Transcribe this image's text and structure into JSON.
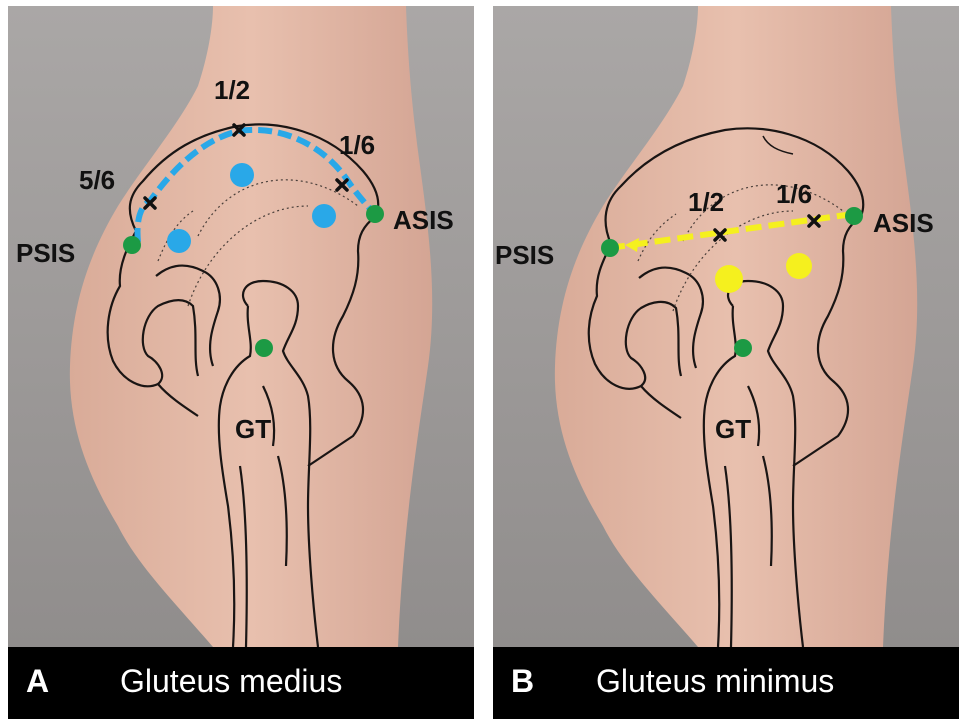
{
  "colors": {
    "background_gray": "#9b9897",
    "skin": "#e2b8a6",
    "outline": "#1a1514",
    "medius_blue": "#29a8e8",
    "minimus_yellow": "#f5f01e",
    "landmark_green": "#1c9a44",
    "caption_bg": "#000000",
    "caption_text": "#ffffff"
  },
  "panels": [
    {
      "letter": "A",
      "title": "Gluteus medius",
      "landmarks": {
        "psis": "PSIS",
        "asis": "ASIS",
        "gt": "GT"
      },
      "fractions": {
        "half": "1/2",
        "sixth": "1/6",
        "five_sixths": "5/6"
      }
    },
    {
      "letter": "B",
      "title": "Gluteus minimus",
      "landmarks": {
        "psis": "PSIS",
        "asis": "ASIS",
        "gt": "GT"
      },
      "fractions": {
        "half": "1/2",
        "sixth": "1/6"
      }
    }
  ]
}
